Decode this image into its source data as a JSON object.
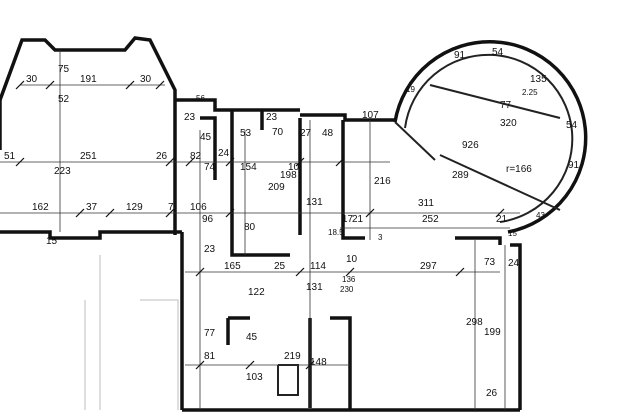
{
  "colors": {
    "line": "#111111",
    "background": "#ffffff",
    "faint": "#bdbdbd"
  },
  "labels": {
    "d30a": "30",
    "d75": "75",
    "d191": "191",
    "d30b": "30",
    "d52": "52",
    "d56": "56",
    "d23a": "23",
    "d45a": "45",
    "d53": "53",
    "d23b": "23",
    "d70": "70",
    "d27": "27",
    "d48": "48",
    "d107": "107",
    "d51": "51",
    "d251": "251",
    "d26a": "26",
    "d82": "82",
    "d24": "24",
    "d74": "74",
    "d154": "154",
    "d10a": "10",
    "d198": "198",
    "d209": "209",
    "d216": "216",
    "d223": "223",
    "d162": "162",
    "d37": "37",
    "d129": "129",
    "d7": "7",
    "d106": "106",
    "d96": "96",
    "d80": "80",
    "d131a": "131",
    "d311": "311",
    "d17": "17",
    "d21a": "21",
    "d252": "252",
    "d21b": "21",
    "d15a": "15",
    "d15b": "15",
    "d3": "3",
    "d185": "18.5",
    "d23c": "23",
    "d165": "165",
    "d25": "25",
    "d114": "114",
    "d10b": "10",
    "d297": "297",
    "d73": "73",
    "d24b": "24",
    "d122": "122",
    "d131b": "131",
    "d136": "136",
    "d230": "230",
    "d77": "77",
    "d45b": "45",
    "d298": "298",
    "d199": "199",
    "d81": "81",
    "d219": "219",
    "d148": "148",
    "d103": "103",
    "d26b": "26",
    "d91a": "91",
    "d54a": "54",
    "d135": "135",
    "d225": "2.25",
    "d19": "19",
    "d77b": "77",
    "d320": "320",
    "d926": "926",
    "d289": "289",
    "dr166": "r=166",
    "d54b": "54",
    "d91b": "91",
    "d43": "43"
  }
}
